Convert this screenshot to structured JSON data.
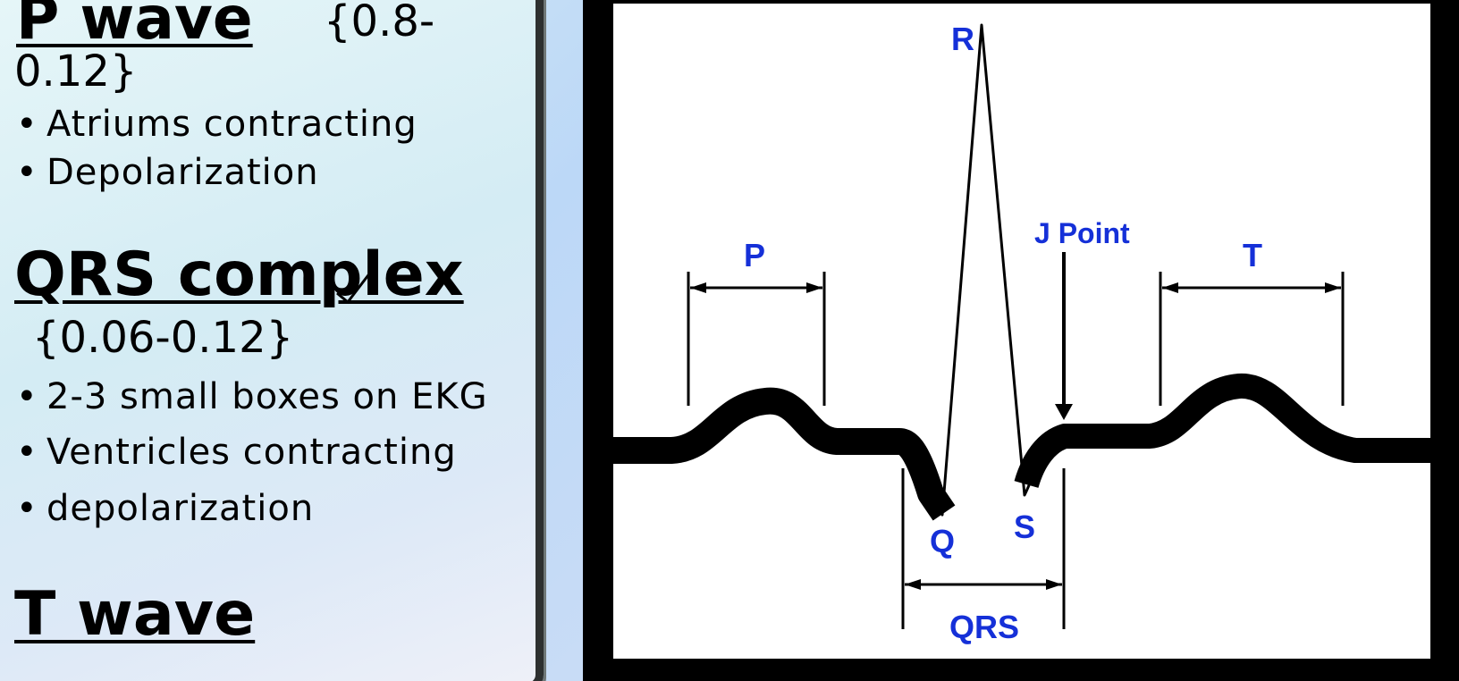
{
  "left": {
    "p_wave": {
      "heading": "P wave",
      "range_part1": "{0.8-",
      "range_part2": "0.12}",
      "bullets": [
        "Atriums contracting",
        "Depolarization"
      ]
    },
    "qrs": {
      "heading": "QRS complex",
      "range": "{0.06-0.12}",
      "bullets": [
        "2-3 small boxes on EKG",
        "Ventricles contracting",
        "depolarization"
      ]
    },
    "t_wave": {
      "heading": "T wave"
    }
  },
  "diagram": {
    "labels": {
      "r": "R",
      "q": "Q",
      "s": "S",
      "p": "P",
      "t": "T",
      "j_point": "J Point",
      "qrs": "QRS"
    },
    "colors": {
      "label": "#1530d8",
      "trace": "#000000",
      "background": "#ffffff"
    }
  }
}
